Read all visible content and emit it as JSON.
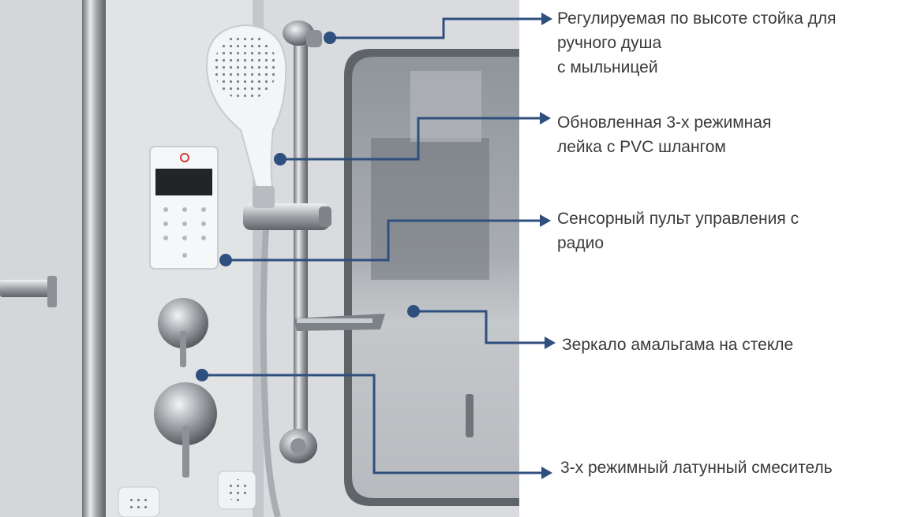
{
  "annotations": [
    {
      "lines": [
        "Регулируемая по высоте стойка для",
        "ручного душа",
        "с мыльницей"
      ]
    },
    {
      "lines": [
        "Обновленная 3-х режимная",
        "лейка с PVC шлангом"
      ]
    },
    {
      "lines": [
        "Сенсорный пульт управления с",
        "радио"
      ]
    },
    {
      "lines": [
        "Зеркало амальгама на стекле"
      ]
    },
    {
      "lines": [
        "3-х режимный латунный смеситель"
      ]
    }
  ],
  "colors": {
    "callout_line": "#2f4f7f",
    "label_text": "#3a3a3a",
    "panel_bg": "#dfe1e3",
    "chrome": "#9a9ea4"
  }
}
